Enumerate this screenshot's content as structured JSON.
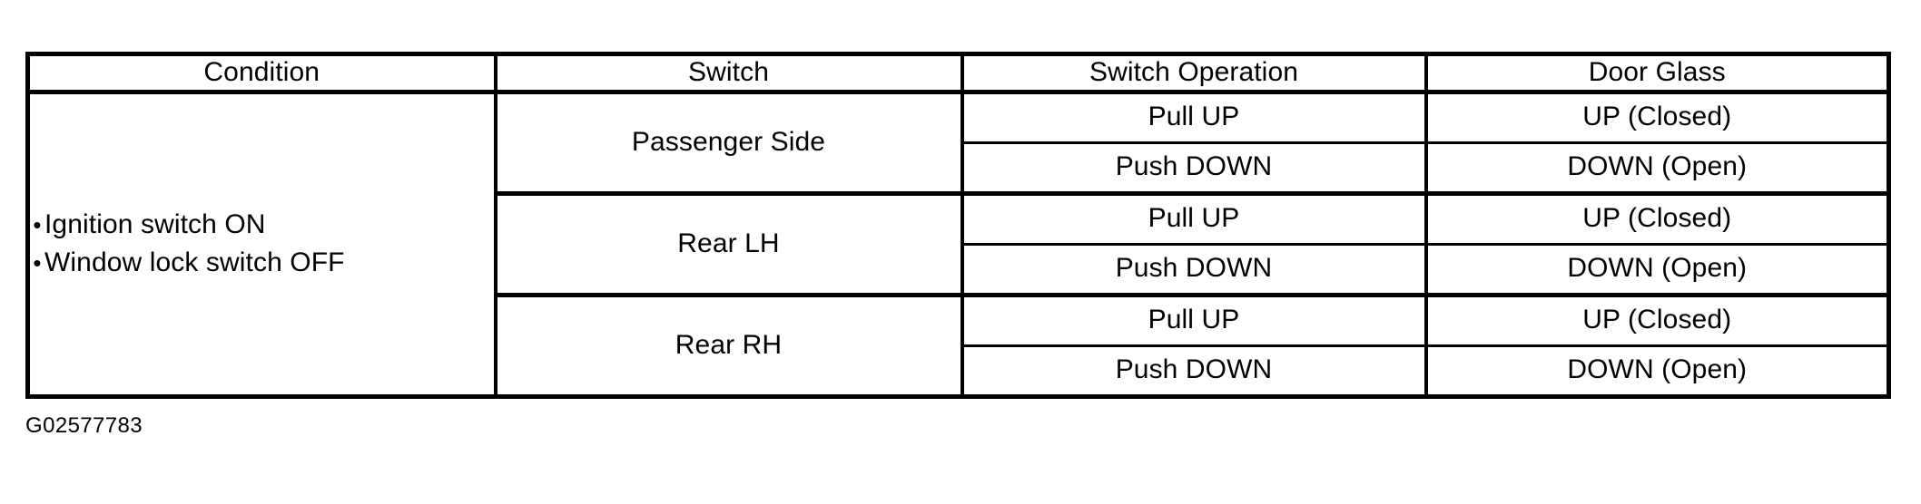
{
  "table": {
    "headers": [
      {
        "key": "condition",
        "label": "Condition"
      },
      {
        "key": "switch",
        "label": "Switch"
      },
      {
        "key": "operation",
        "label": "Switch Operation"
      },
      {
        "key": "glass",
        "label": "Door Glass"
      }
    ],
    "condition": {
      "bullet_glyph": "•",
      "items": [
        "Ignition switch ON",
        "Window lock switch OFF"
      ]
    },
    "groups": [
      {
        "switch": "Passenger Side",
        "rows": [
          {
            "operation": "Pull UP",
            "glass": "UP (Closed)"
          },
          {
            "operation": "Push DOWN",
            "glass": "DOWN (Open)"
          }
        ]
      },
      {
        "switch": "Rear LH",
        "rows": [
          {
            "operation": "Pull UP",
            "glass": "UP (Closed)"
          },
          {
            "operation": "Push DOWN",
            "glass": "DOWN (Open)"
          }
        ]
      },
      {
        "switch": "Rear RH",
        "rows": [
          {
            "operation": "Pull UP",
            "glass": "UP (Closed)"
          },
          {
            "operation": "Push DOWN",
            "glass": "DOWN (Open)"
          }
        ]
      }
    ]
  },
  "caption": "G02577783",
  "colors": {
    "ink": "#000000",
    "paper": "#ffffff"
  }
}
